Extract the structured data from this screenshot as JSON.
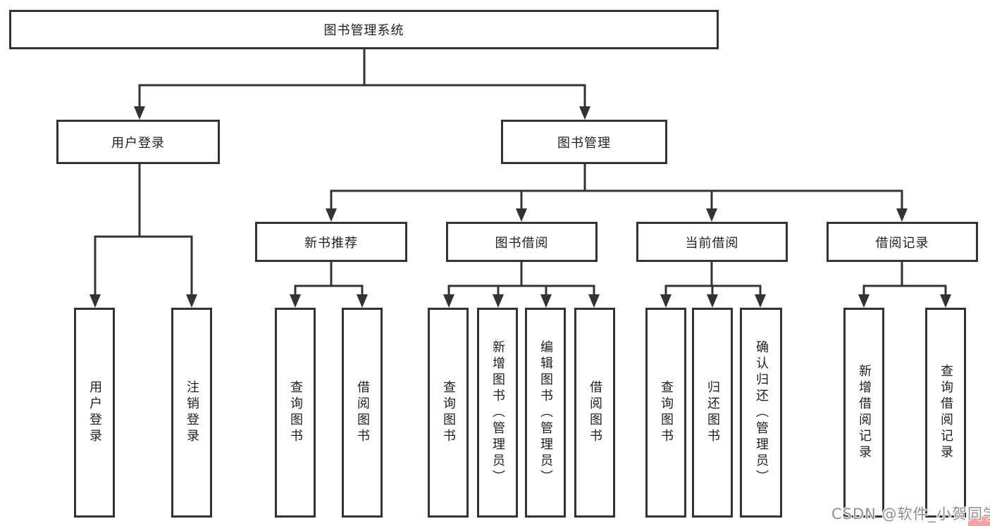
{
  "tree": {
    "root": "图书管理系统",
    "branches": [
      {
        "label": "用户登录",
        "children": [
          "用户登录",
          "注销登录"
        ]
      },
      {
        "label": "图书管理",
        "children": [
          {
            "label": "新书推荐",
            "children": [
              "查询图书",
              "借阅图书"
            ]
          },
          {
            "label": "图书借阅",
            "children": [
              "查询图书",
              "新增图书（管理员）",
              "编辑图书（管理员）",
              "借阅图书"
            ]
          },
          {
            "label": "当前借阅",
            "children": [
              "查询图书",
              "归还图书",
              "确认归还（管理员）"
            ]
          },
          {
            "label": "借阅记录",
            "children": [
              "新增借阅记录",
              "查询借阅记录"
            ]
          }
        ]
      }
    ]
  },
  "watermark": "CSDN @软件_小贺同学",
  "colors": {
    "line": "#333333",
    "box_border": "#333333",
    "text": "#1f1f1f",
    "watermark_text": "#8f8f8f",
    "corner_accent": "#f5a2a2"
  }
}
